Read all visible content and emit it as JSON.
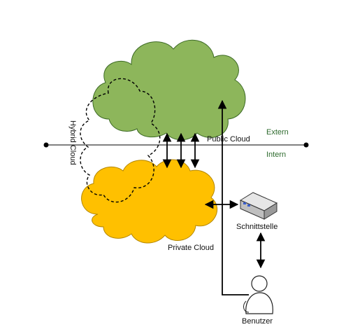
{
  "labels": {
    "public_cloud": "Public Cloud",
    "private_cloud": "Private Cloud",
    "hybrid_cloud": "Hybrid Cloud",
    "extern": "Extern",
    "intern": "Intern",
    "interface": "Schnittstelle",
    "user": "Benutzer"
  },
  "colors": {
    "public_cloud_fill": "#8db65b",
    "private_cloud_fill": "#ffc000",
    "text_green": "#2e6b2e",
    "line": "#000000"
  },
  "icons": {
    "interface": "server-device-icon",
    "user": "user-person-icon"
  }
}
